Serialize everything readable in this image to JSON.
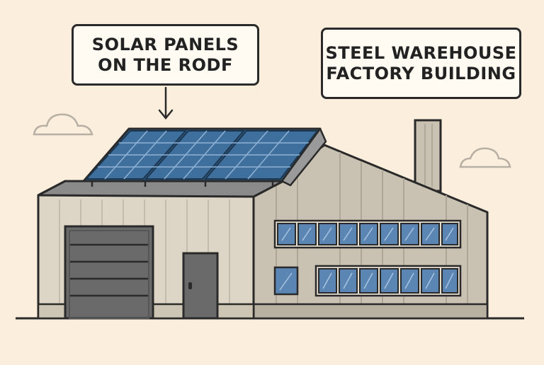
{
  "labels": {
    "solar": {
      "line1": "SOLAR PANELS",
      "line2": "ON THE RODF"
    },
    "building": {
      "line1": "STEEL WAREHOUSE",
      "line2": "FACTORY BUILDING"
    }
  },
  "icons": [
    "cloud-icon",
    "arrow-down-icon",
    "chimney-icon",
    "garage-door-icon",
    "door-icon"
  ],
  "colors": {
    "background": "#fbeedd",
    "outline": "#2a2a2a",
    "cladding_left": "#ddd6c6",
    "cladding_right": "#c9c1b2",
    "roof": "#8a8a8a",
    "solar_panel": "#3f6f9c",
    "window": "#5b86b4",
    "garage_door": "#6a6a6a"
  }
}
